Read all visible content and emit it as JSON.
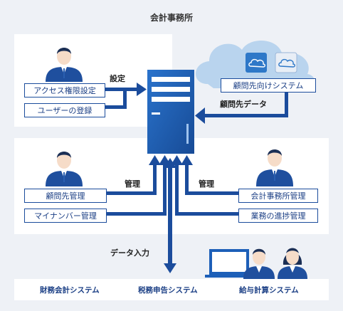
{
  "title": "会計事務所",
  "top_panel": {
    "boxes": [
      "アクセス権限設定",
      "ユーザーの登録"
    ],
    "arrow_label": "設定"
  },
  "cloud": {
    "box": "顧問先向けシステム",
    "arrow_label": "顧問先データ"
  },
  "middle_panel": {
    "left_boxes": [
      "顧問先管理",
      "マイナンバー管理"
    ],
    "left_arrow_label": "管理",
    "right_boxes": [
      "会計事務所管理",
      "業務の進捗管理"
    ],
    "right_arrow_label": "管理"
  },
  "data_input_label": "データ入力",
  "systems": [
    "財務会計システム",
    "税務申告システム",
    "給与計算システム"
  ],
  "colors": {
    "background": "#eef1f6",
    "navy": "#1b4c9c",
    "server": "#1d5fb8",
    "cloud": "#b9d4ee"
  },
  "icons": [
    "person-icon",
    "server-icon",
    "cloud-icon",
    "app-icon",
    "laptop-icon"
  ]
}
